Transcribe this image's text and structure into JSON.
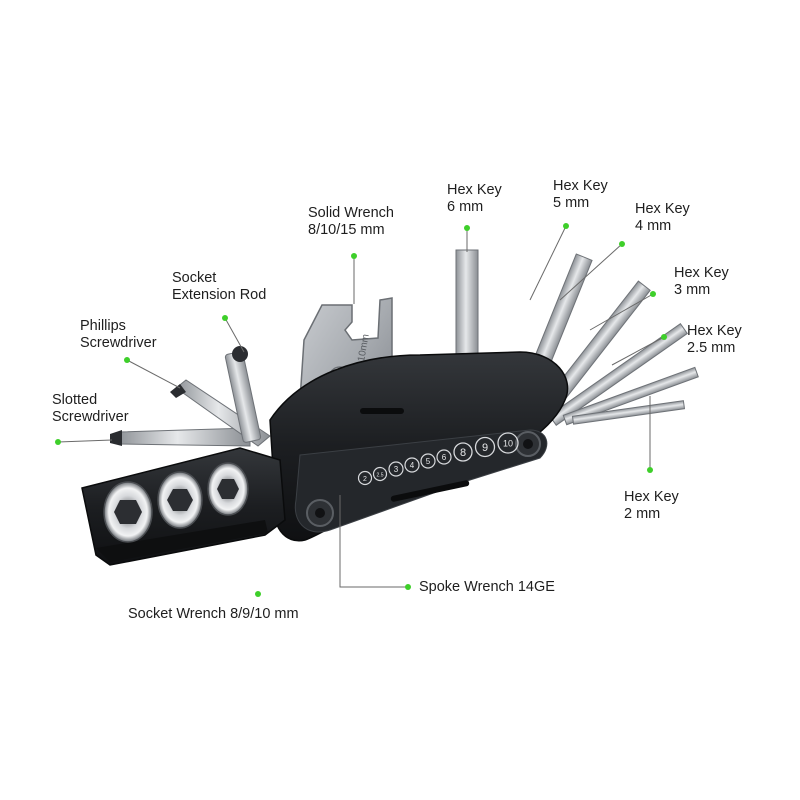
{
  "colors": {
    "marker": "#3ecf2a",
    "leader": "#6a6a6a",
    "metal_light": "#d4d6d8",
    "metal_dark": "#8c9095",
    "body_dark": "#1b1d20"
  },
  "labels": {
    "hex6": [
      "Hex Key",
      "6 mm"
    ],
    "hex5": [
      "Hex Key",
      "5 mm"
    ],
    "hex4": [
      "Hex Key",
      "4 mm"
    ],
    "hex3": [
      "Hex Key",
      "3 mm"
    ],
    "hex25": [
      "Hex Key",
      "2.5 mm"
    ],
    "hex2": [
      "Hex Key",
      "2 mm"
    ],
    "solid_wrench": [
      "Solid Wrench",
      "8/10/15 mm"
    ],
    "socket_ext": [
      "Socket",
      "Extension Rod"
    ],
    "phillips": [
      "Phillips",
      "Screwdriver"
    ],
    "slotted": [
      "Slotted",
      "Screwdriver"
    ],
    "spoke": "Spoke Wrench 14GE",
    "socket_wrench": "Socket Wrench 8/9/10 mm"
  },
  "tool_marks": {
    "wrench_15": "15mm",
    "wrench_10": "10mm",
    "spoke_sizes": [
      "2",
      "2.5",
      "3",
      "4",
      "5",
      "6",
      "8",
      "9",
      "10"
    ]
  }
}
